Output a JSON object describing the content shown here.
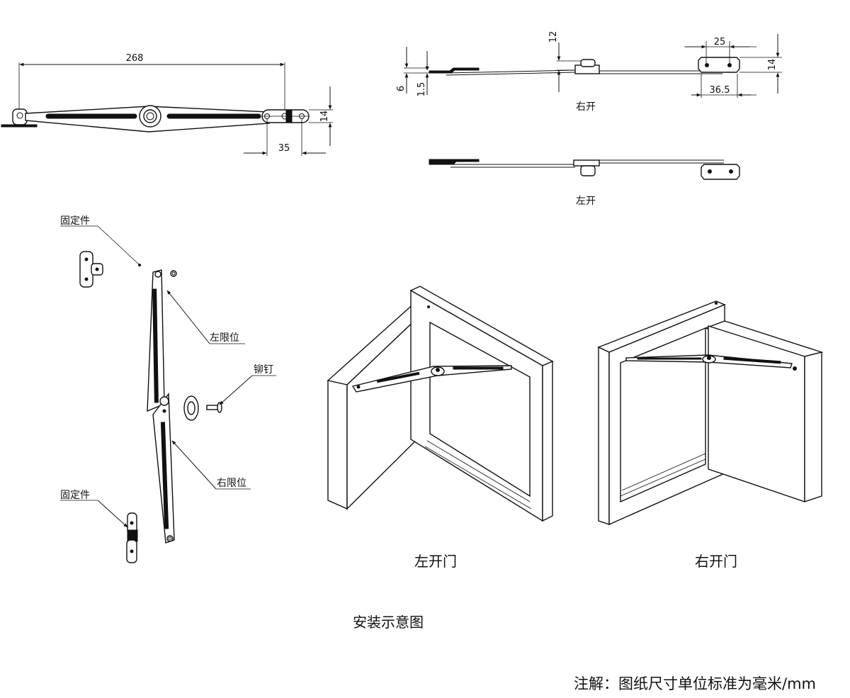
{
  "dimensions": {
    "length": "268",
    "height_side": "14",
    "hole_offset": "35",
    "offset_12": "12",
    "width_25": "25",
    "height_14_right": "14",
    "offset_6": "6",
    "thickness": "1.5",
    "span_36_5": "36.5"
  },
  "views": {
    "right_open_small": "右开",
    "left_open_small": "左开"
  },
  "parts": {
    "fixing_piece_top": "固定件",
    "left_limit": "左限位",
    "rivet": "铆钉",
    "right_limit": "右限位",
    "fixing_piece_bottom": "固定件"
  },
  "captions": {
    "left_door": "左开门",
    "right_door": "右开门",
    "install_diagram": "安装示意图",
    "note": "注解：图纸尺寸单位标准为毫米/mm"
  }
}
